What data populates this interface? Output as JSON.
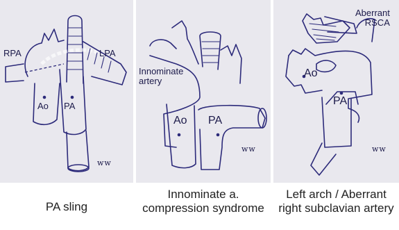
{
  "panels": [
    {
      "labels": {
        "rpa": "RPA",
        "lpa": "LPA",
        "ao": "Ao",
        "pa": "PA",
        "initials": "ww"
      },
      "caption": "PA sling"
    },
    {
      "labels": {
        "innominate": "Innominate\nartery",
        "ao": "Ao",
        "pa": "PA",
        "initials": "ww"
      },
      "caption": "Innominate a. compression syndrome"
    },
    {
      "labels": {
        "aberrant": "Aberrant\nRSCA",
        "ao": "Ao",
        "pa": "PA",
        "initials": "ww"
      },
      "caption": "Left arch / Aberrant right subclavian artery"
    }
  ],
  "colors": {
    "panel_background": "#e9e8ee",
    "ink": "#2c2a7a"
  }
}
